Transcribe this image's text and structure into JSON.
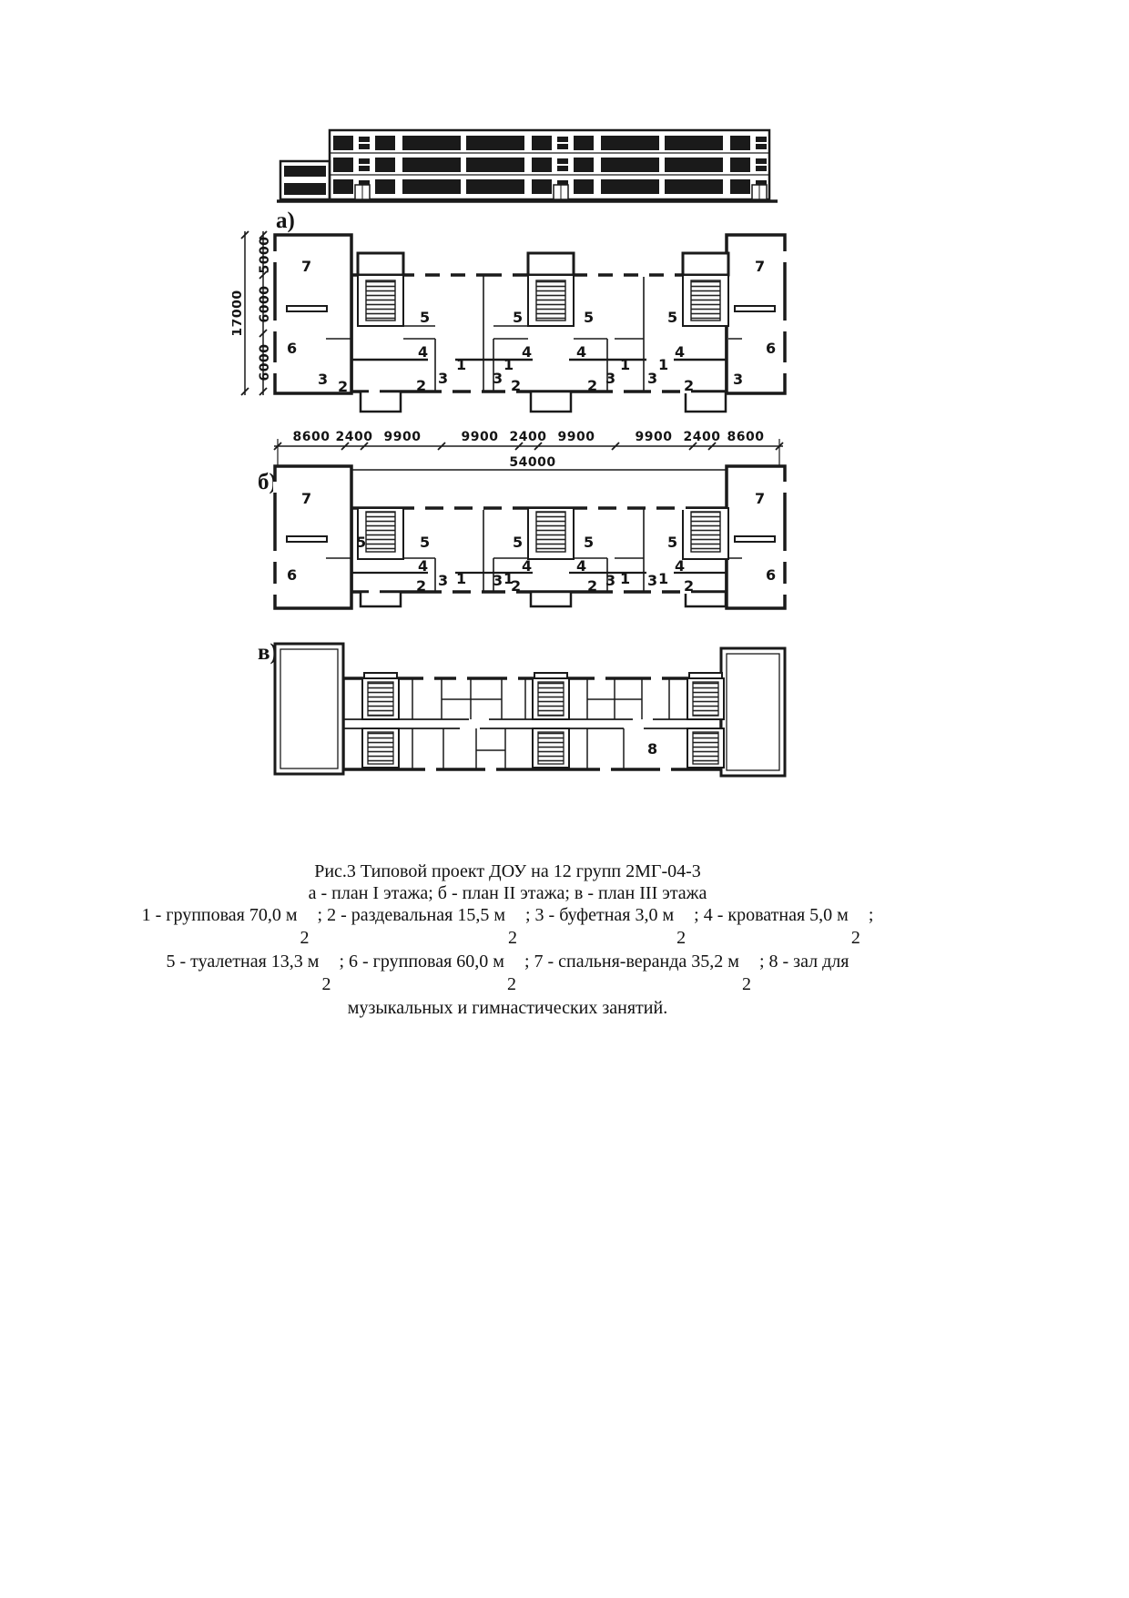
{
  "rooms": {
    "r1": "1",
    "r2": "2",
    "r3": "3",
    "r4": "4",
    "r5": "5",
    "r6": "6",
    "r7": "7",
    "r8": "8"
  },
  "plans": {
    "a": {
      "label": "а)"
    },
    "b": {
      "label": "б)"
    },
    "c": {
      "label": "в)"
    }
  },
  "dimensions": {
    "horizontal": [
      "8600",
      "2400",
      "9900",
      "9900",
      "2400",
      "9900",
      "9900",
      "2400",
      "8600"
    ],
    "horizontal_total": "54000",
    "vertical": [
      "5000",
      "6000",
      "6000"
    ],
    "vertical_total": "17000"
  },
  "caption": {
    "title": "Рис.3 Типовой проект ДОУ на 12 групп 2МГ-04-3",
    "subtitle": "а - план I этажа; б - план II этажа; в - план III этажа",
    "legend_line1_parts": [
      {
        "t": "1 - групповая 70,0 м"
      },
      {
        "s": "2"
      },
      {
        "t": "; 2 - раздевальная 15,5 м"
      },
      {
        "s": "2"
      },
      {
        "t": "; 3 - буфетная 3,0 м"
      },
      {
        "s": "2"
      },
      {
        "t": "; 4 - кроватная 5,0 м"
      },
      {
        "s": "2"
      },
      {
        "t": ";"
      }
    ],
    "legend_line2_parts": [
      {
        "t": "5 - туалетная 13,3 м"
      },
      {
        "s": "2"
      },
      {
        "t": "; 6 - групповая 60,0 м"
      },
      {
        "s": "2"
      },
      {
        "t": "; 7 - спальня-веранда 35,2 м"
      },
      {
        "s": "2"
      },
      {
        "t": "; 8 - зал для"
      }
    ],
    "legend_line3": "музыкальных и гимнастических занятий."
  }
}
